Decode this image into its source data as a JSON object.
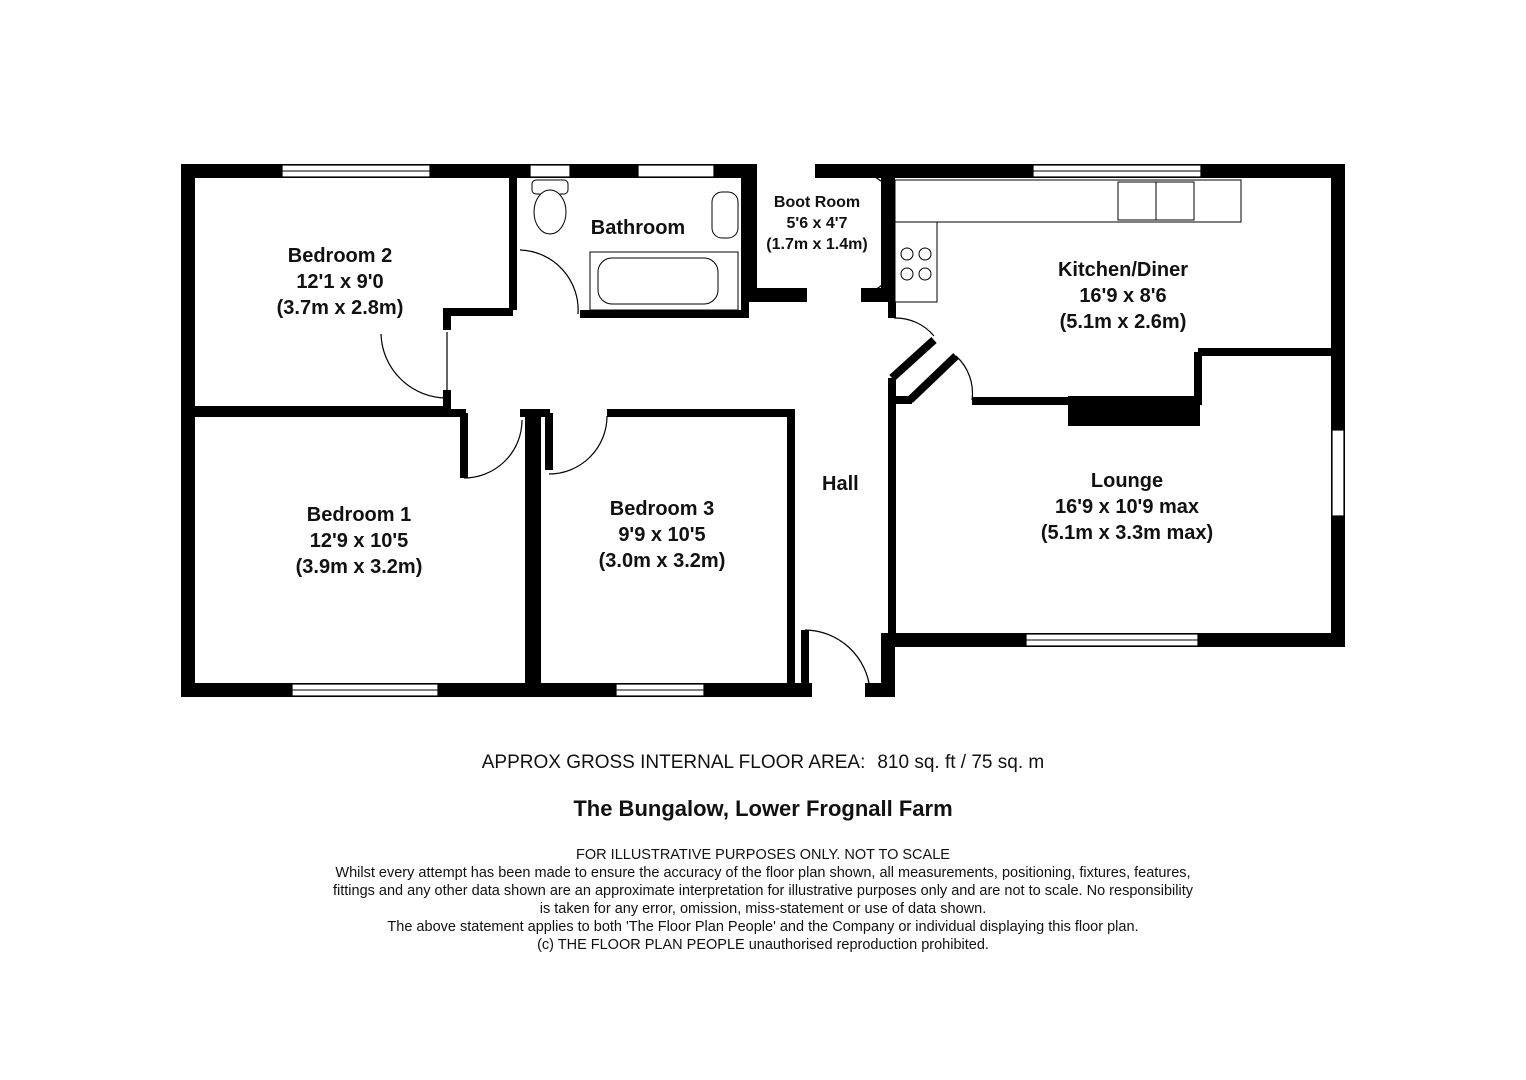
{
  "rooms": {
    "bedroom2": {
      "name": "Bedroom 2",
      "imperial": "12'1 x 9'0",
      "metric": "(3.7m x 2.8m)"
    },
    "bathroom": {
      "name": "Bathroom"
    },
    "boot_room": {
      "name": "Boot Room",
      "imperial": "5'6 x 4'7",
      "metric": "(1.7m x 1.4m)"
    },
    "kitchen": {
      "name": "Kitchen/Diner",
      "imperial": "16'9 x 8'6",
      "metric": "(5.1m x 2.6m)"
    },
    "hall": {
      "name": "Hall"
    },
    "lounge": {
      "name": "Lounge",
      "imperial": "16'9 x 10'9 max",
      "metric": "(5.1m x 3.3m max)"
    },
    "bedroom1": {
      "name": "Bedroom 1",
      "imperial": "12'9 x 10'5",
      "metric": "(3.9m x 3.2m)"
    },
    "bedroom3": {
      "name": "Bedroom 3",
      "imperial": "9'9 x 10'5",
      "metric": "(3.0m x 3.2m)"
    }
  },
  "area": {
    "label": "APPROX GROSS INTERNAL FLOOR AREA:",
    "value": "810 sq. ft / 75 sq. m"
  },
  "property_name": "The Bungalow, Lower Frognall Farm",
  "disclaimer": {
    "line1": "FOR ILLUSTRATIVE PURPOSES ONLY.  NOT TO SCALE",
    "line2": "Whilst every attempt has been made to ensure the accuracy of the floor plan shown, all measurements, positioning, fixtures, features,",
    "line3": "fittings and any other data shown are an approximate interpretation for illustrative purposes only and are not to scale.  No responsibility",
    "line4": "is taken for any error, omission, miss-statement or use of data shown.",
    "line5": "The above statement applies to both 'The Floor Plan People' and the Company or individual displaying this floor plan.",
    "line6": "(c) THE FLOOR PLAN PEOPLE unauthorised reproduction prohibited."
  },
  "colors": {
    "wall": "#000000",
    "background": "#ffffff",
    "text": "#111111"
  }
}
